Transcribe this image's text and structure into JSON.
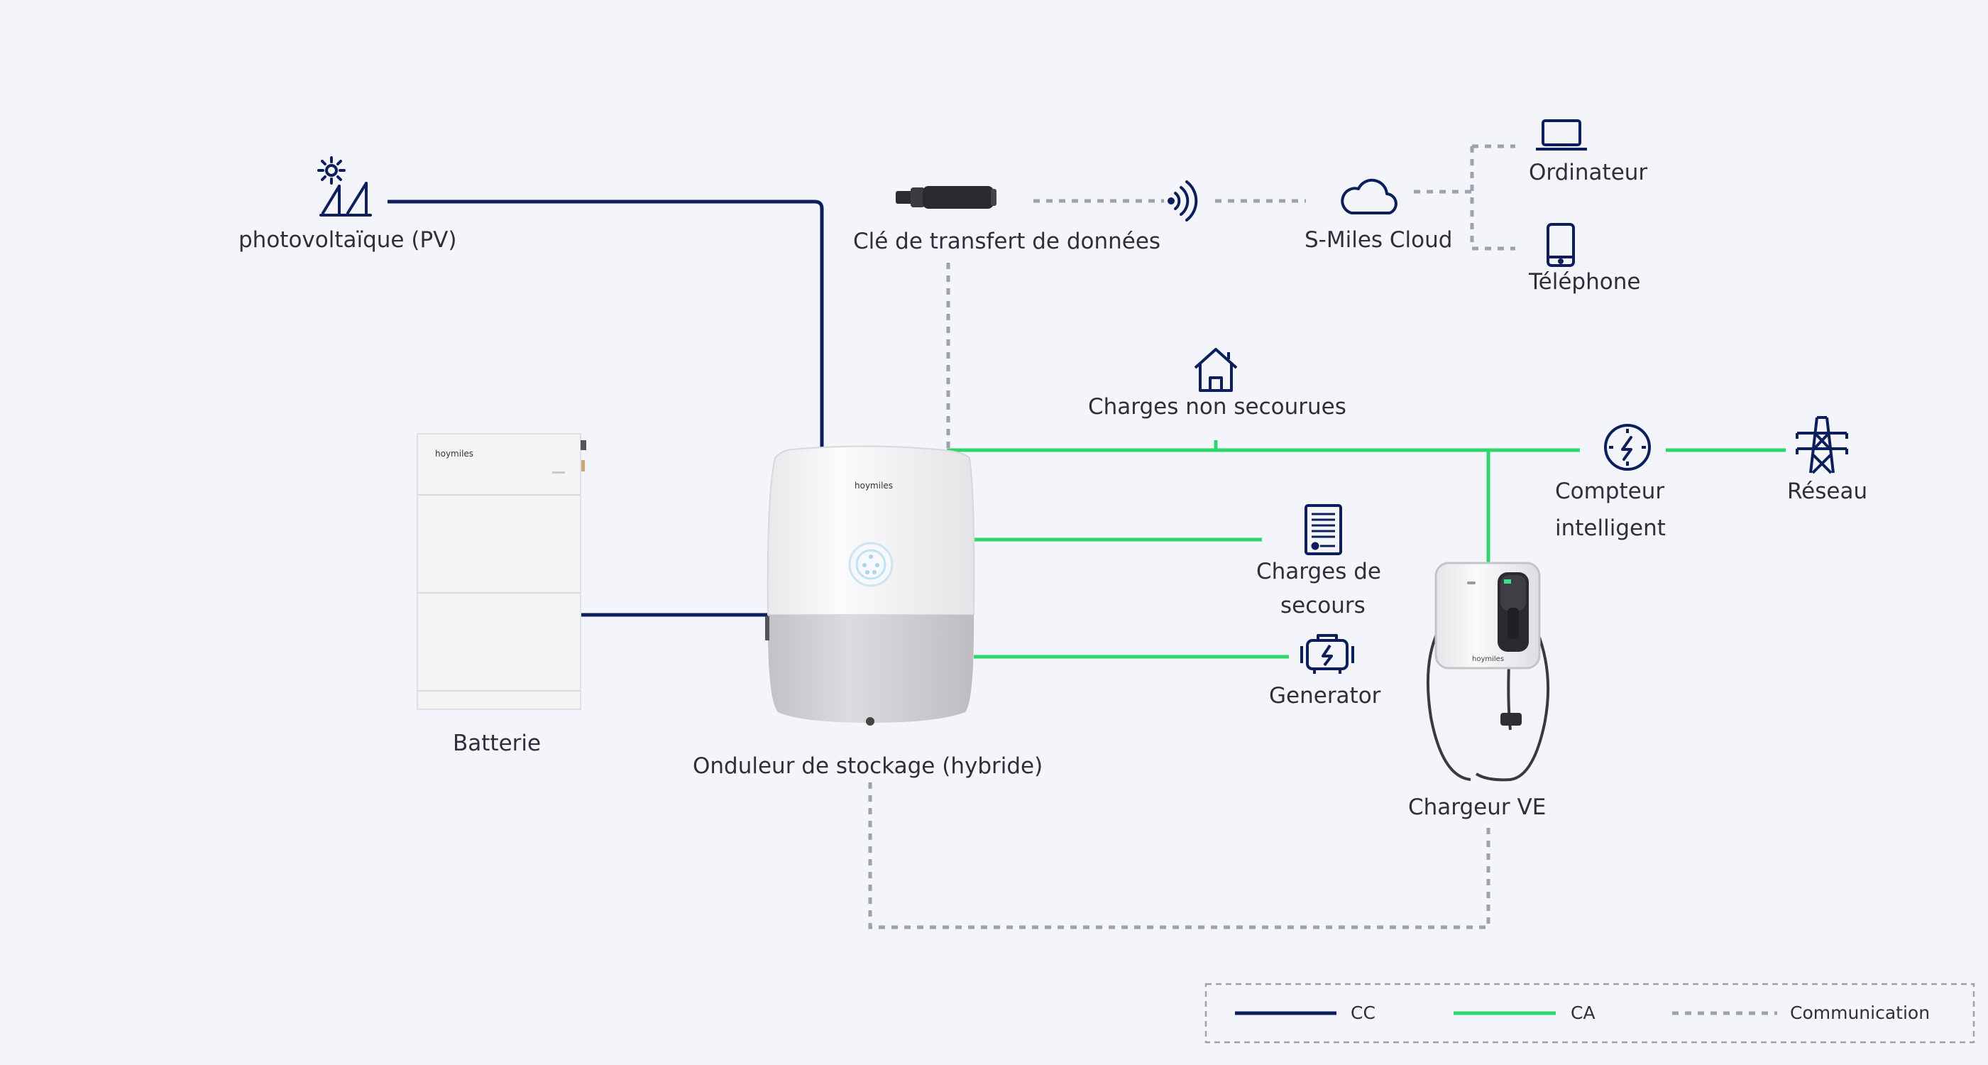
{
  "colors": {
    "dc": "#0c1f5c",
    "ac": "#2fd66e",
    "comm": "#9ea3ab",
    "icon": "#0c1f5c",
    "background": "#f3f5fa"
  },
  "icons": {
    "pv": "solar-panel-icon",
    "dongle": "usb-dongle-icon",
    "wifi": "wireless-signal-icon",
    "cloud": "cloud-icon",
    "laptop": "laptop-icon",
    "phone": "smartphone-icon",
    "house": "house-icon",
    "meter": "smart-meter-icon",
    "grid": "power-pylon-icon",
    "backup": "backup-load-panel-icon",
    "generator": "generator-icon"
  },
  "labels": {
    "pv": "photovoltaïque (PV)",
    "dongle": "Clé de transfert de données",
    "cloud": "S-Miles Cloud",
    "computer": "Ordinateur",
    "phone": "Téléphone",
    "non_backup": "Charges non secourues",
    "meter_line1": "Compteur",
    "meter_line2": "intelligent",
    "grid": "Réseau",
    "backup_line1": "Charges de",
    "backup_line2": "secours",
    "generator": "Generator",
    "battery": "Batterie",
    "inverter": "Onduleur de stockage (hybride)",
    "ev": "Chargeur VE"
  },
  "brand": "hoymiles",
  "legend": {
    "dc": "CC",
    "ac": "CA",
    "comm": "Communication"
  }
}
